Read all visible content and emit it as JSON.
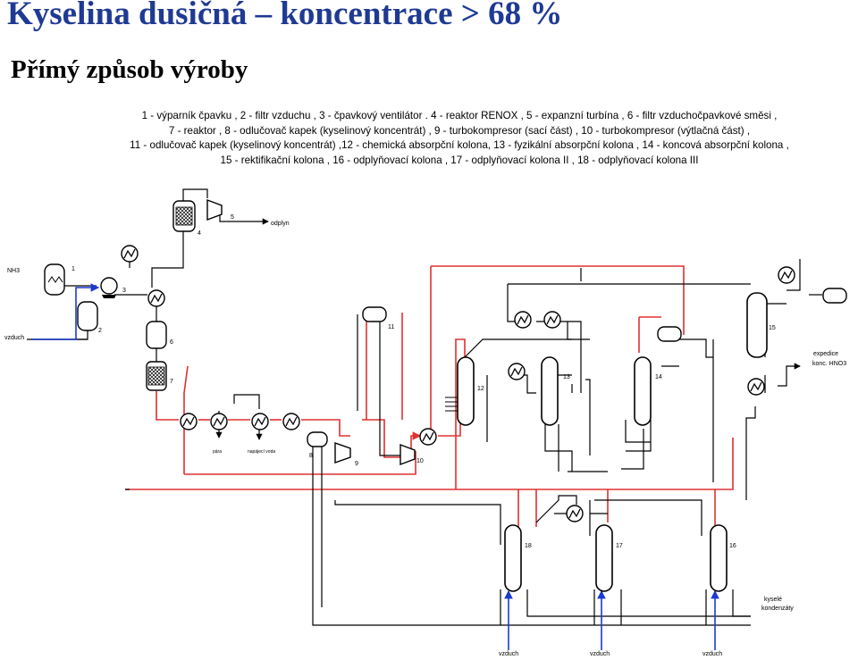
{
  "title": "Kyselina dusičná – koncentrace > 68 %",
  "subtitle": "Přímý způsob výroby",
  "legend": {
    "line1": "1 - výparník čpavku , 2 - filtr vzduchu , 3 - čpavkový ventilátor . 4 - reaktor RENOX , 5 - expanzní turbína , 6 - filtr vzduchočpavkové směsi ,",
    "line2": "7 - reaktor , 8 - odlučovač kapek (kyselinový koncentrát) , 9 - turbokompresor (sací část) , 10 - turbokompresor (výtlačná část) ,",
    "line3": "11 - odlučovač kapek (kyselinový koncentrát) ,12 - chemická absorpční kolona, 13 - fyzikální absorpční kolona , 14 - koncová absorpční kolona ,",
    "line4": "15 - rektifikační kolona , 16 - odplyňovací kolona , 17 - odplyňovací kolona II , 18 - odplyňovací kolona III"
  },
  "labels": {
    "nh3": "NH3",
    "vzduch": "vzduch",
    "odplyn": "odplyn",
    "para": "pára",
    "napajeci_voda": "napájecí voda",
    "expedice1": "expedice",
    "expedice2": "konc. HNO3",
    "kysele1": "kyselé",
    "kysele2": "kondenzáty",
    "vzduch18": "vzduch",
    "vzduch17": "vzduch",
    "vzduch16": "vzduch"
  },
  "equipment_numbers": {
    "n1": "1",
    "n2": "2",
    "n3": "3",
    "n4": "4",
    "n5": "5",
    "n6": "6",
    "n7": "7",
    "n8": "8",
    "n9": "9",
    "n10": "10",
    "n11": "11",
    "n12": "12",
    "n13": "13",
    "n14": "14",
    "n15": "15",
    "n16": "16",
    "n17": "17",
    "n18": "18"
  },
  "colors": {
    "title": "#1f3a93",
    "process_line": "#000000",
    "gas_line": "#e03030",
    "air_line": "#1a3ad0"
  }
}
